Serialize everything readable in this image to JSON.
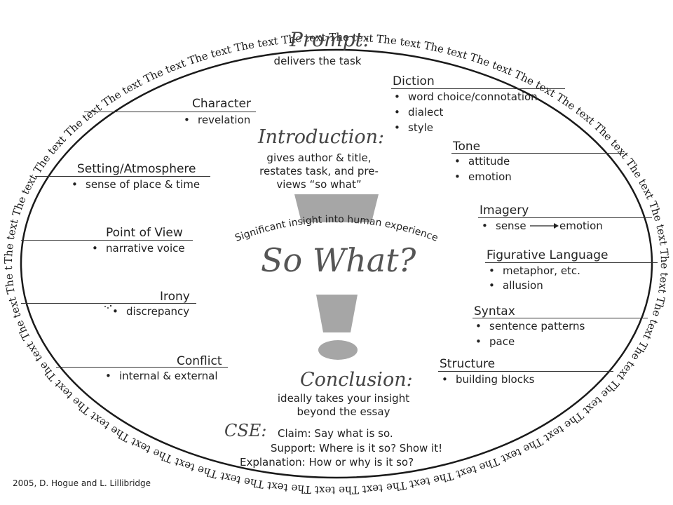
{
  "ring_text": "The text The text The text The text The text The text The text The text The text The text The text The text The text The text The text The text The text The text The text The text The text The text The text The text The text The text The text The text The text The text The text The text The text The text The text The text The text The text The text The text The text The text The text The text The text The text",
  "prompt": {
    "title": "Prompt:",
    "text": "delivers the task"
  },
  "introduction": {
    "title": "Introduction:",
    "lines": [
      "gives author & title,",
      "restates task, and pre-",
      "views “so what”"
    ]
  },
  "center": {
    "arc_text": "Significant insight into human experience",
    "title": "So What?"
  },
  "conclusion": {
    "title": "Conclusion:",
    "lines": [
      "ideally takes your insight",
      "beyond the essay"
    ]
  },
  "cse": {
    "title": "CSE:",
    "claim": "Claim: Say what is so.",
    "support": "Support: Where is it so? Show it!",
    "explanation": "Explanation: How or why is it so?"
  },
  "left_elements": [
    {
      "heading": "Character",
      "bullets": [
        "revelation"
      ]
    },
    {
      "heading": "Setting/Atmosphere",
      "bullets": [
        "sense of place & time"
      ]
    },
    {
      "heading": "Point of View",
      "bullets": [
        "narrative voice"
      ]
    },
    {
      "heading": "Irony",
      "bullets": [
        "discrepancy"
      ]
    },
    {
      "heading": "Conflict",
      "bullets": [
        "internal & external"
      ]
    }
  ],
  "right_elements": [
    {
      "heading": "Diction",
      "bullets": [
        "word choice/connotation",
        "dialect",
        "style"
      ]
    },
    {
      "heading": "Tone",
      "bullets": [
        "attitude",
        "emotion"
      ]
    },
    {
      "heading": "Imagery",
      "bullets": [
        "sense",
        "emotion"
      ]
    },
    {
      "heading": "Figurative Language",
      "bullets": [
        "metaphor, etc.",
        "allusion"
      ]
    },
    {
      "heading": "Syntax",
      "bullets": [
        "sentence patterns",
        "pace"
      ]
    },
    {
      "heading": "Structure",
      "bullets": [
        "building blocks"
      ]
    }
  ],
  "credit": "2005, D. Hogue and L. Lillibridge",
  "colors": {
    "ink": "#222222",
    "exclamation": "#a6a6a6",
    "ring": "#1a1a1a"
  }
}
